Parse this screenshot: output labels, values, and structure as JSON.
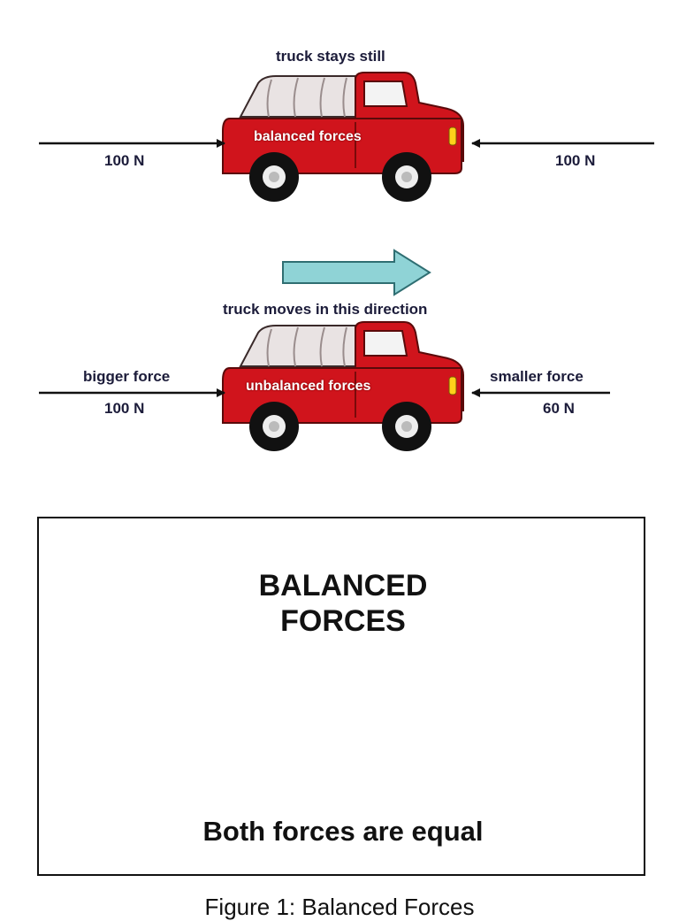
{
  "top_scene": {
    "caption": "truck stays still",
    "truck_label": "balanced forces",
    "left_force": "100 N",
    "right_force": "100 N"
  },
  "bottom_scene": {
    "motion_caption": "truck moves in this direction",
    "truck_label": "unbalanced forces",
    "left_label": "bigger force",
    "left_force": "100 N",
    "right_label": "smaller force",
    "right_force": "60 N"
  },
  "panel": {
    "title_line1": "BALANCED",
    "title_line2": "FORCES",
    "footer": "Both forces are equal"
  },
  "figure_caption": "Figure 1: Balanced Forces",
  "colors": {
    "truck_red": "#d0141c",
    "arrow_teal": "#8fd3d6",
    "text_navy": "#1c1c3a"
  }
}
